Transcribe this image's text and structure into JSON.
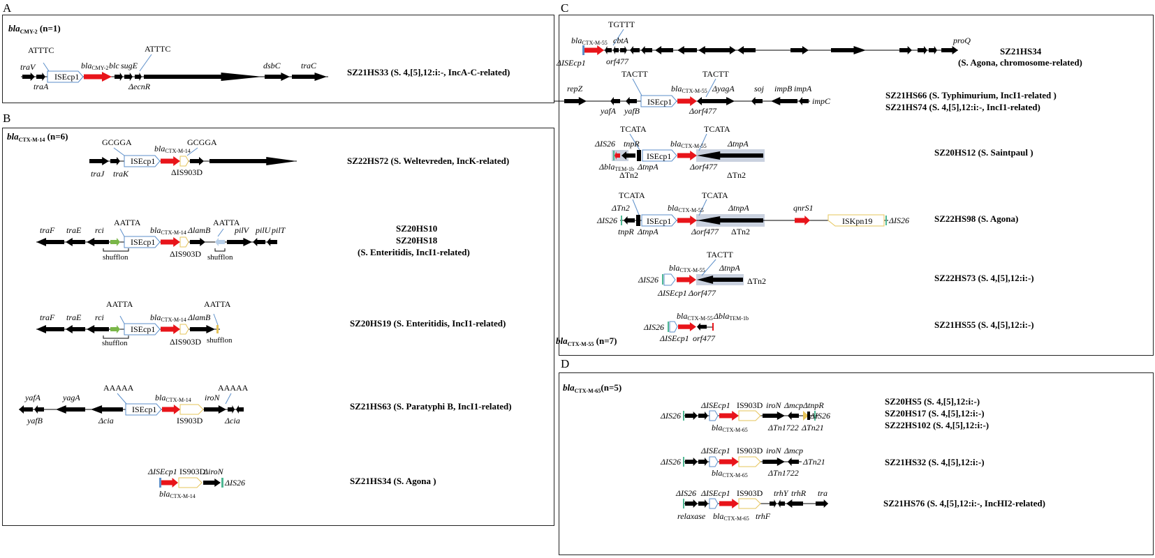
{
  "colors": {
    "backbone": "#000000",
    "bla_gene": "#e8141a",
    "isecp1_outline": "#5b8ec9",
    "is903d_outline": "#e6c45a",
    "is26_outline": "#4fb893",
    "shufflon_arrow": "#7ab648",
    "shufflon_light": "#b8cfe8",
    "tn2_shade": "#c9d1df"
  },
  "panels": {
    "A": {
      "letter": "A",
      "header_main": "bla",
      "header_sub": "CMY-2",
      "header_count": " (n=1)",
      "rows": [
        {
          "sequences": [
            "ATTTC",
            "ATTTC"
          ],
          "genes_top": [
            "traV",
            "bla",
            "blc",
            "sugE",
            "dsbC",
            "traC"
          ],
          "bla_sub": "CMY-2",
          "genes_bottom": [
            "traA",
            "ΔecnR"
          ],
          "is_label": "ISEcp1",
          "strain": "SZ21HS33 (S. 4,[5],12:i:-, IncA-C-related)"
        }
      ]
    },
    "B": {
      "letter": "B",
      "header_main": "bla",
      "header_sub": "CTX-M-14",
      "header_count": " (n=6)",
      "rows": [
        {
          "sequences": [
            "GCGGA",
            "GCGGA"
          ],
          "genes_top": [
            "bla"
          ],
          "bla_sub": "CTX-M-14",
          "genes_bottom": [
            "traJ",
            "traK",
            "ΔIS903D"
          ],
          "is_label": "ISEcp1",
          "strain": "SZ22HS72 (S. Weltevreden, IncK-related)"
        },
        {
          "sequences": [
            "AATTA",
            "AATTA"
          ],
          "genes_top": [
            "traF",
            "traE",
            "rci",
            "bla",
            "ΔlamB",
            "pilV",
            "pilU",
            "pilT"
          ],
          "bla_sub": "CTX-M-14",
          "genes_bottom": [
            "shufflon",
            "ΔIS903D",
            "shufflon"
          ],
          "is_label": "ISEcp1",
          "strain_lines": [
            "SZ20HS10",
            "SZ20HS18",
            "(S. Enteritidis, IncI1-related)"
          ]
        },
        {
          "sequences": [
            "AATTA",
            "AATTA"
          ],
          "genes_top": [
            "traF",
            "traE",
            "rci",
            "bla",
            "ΔlamB"
          ],
          "bla_sub": "CTX-M-14",
          "genes_bottom": [
            "shufflon",
            "ΔIS903D",
            "shufflon"
          ],
          "is_label": "ISEcp1",
          "strain": "SZ20HS19 (S. Enteritidis, IncI1-related)"
        },
        {
          "sequences": [
            "AAAAA",
            "AAAAA"
          ],
          "genes_top": [
            "yafA",
            "yagA",
            "bla",
            "iroN"
          ],
          "bla_sub": "CTX-M-14",
          "genes_bottom": [
            "yafB",
            "Δcia",
            "IS903D",
            "Δcia"
          ],
          "is_label": "ISEcp1",
          "strain": "SZ21HS63 (S. Paratyphi B, IncI1-related)"
        },
        {
          "genes_top": [
            "ΔISEcp1",
            "IS903D",
            "ΔiroN",
            "ΔIS26"
          ],
          "genes_bottom": [
            "bla"
          ],
          "bla_sub": "CTX-M-14",
          "strain": "SZ21HS34 (S. Agona )"
        }
      ]
    },
    "C": {
      "letter": "C",
      "header_main": "bla",
      "header_sub": "CTX-M-55",
      "header_count": " (n=7)",
      "rows": [
        {
          "sequences": [
            "TGTTT"
          ],
          "genes_top": [
            "bla",
            "cbtA",
            "proQ"
          ],
          "bla_sub": "CTX-M-55",
          "genes_bottom": [
            "ΔISEcp1",
            "orf477"
          ],
          "strain_lines": [
            "SZ21HS34",
            "(S. Agona, chromosome-related)"
          ]
        },
        {
          "sequences": [
            "TACTT",
            "TACTT"
          ],
          "genes_top": [
            "repZ",
            "bla",
            "ΔyagA",
            "soj",
            "impB",
            "impA"
          ],
          "bla_sub": "CTX-M-55",
          "genes_bottom": [
            "yafA",
            "yafB",
            "Δorf477",
            "impC"
          ],
          "is_label": "ISEcp1",
          "strain_lines": [
            "SZ21HS66 (S. Typhimurium, IncI1-related )",
            "SZ21HS74 (S. 4,[5],12:i:-, IncI1-related)"
          ]
        },
        {
          "sequences": [
            "TCATA",
            "TCATA"
          ],
          "genes_top": [
            "ΔIS26",
            "tnpR",
            "bla",
            "ΔtnpA"
          ],
          "bla_sub": "CTX-M-55",
          "genes_bottom": [
            "Δbla",
            "ΔtnpA",
            "ΔTn2",
            "Δorf477",
            "ΔTn2"
          ],
          "bla_tem_sub": "TEM-1b",
          "is_label": "ISEcp1",
          "strain": "SZ20HS12 (S. Saintpaul )"
        },
        {
          "sequences": [
            "TCATA",
            "TCATA"
          ],
          "genes_top": [
            "ΔTn2",
            "bla",
            "ΔtnpA",
            "qnrS1"
          ],
          "bla_sub": "CTX-M-55",
          "genes_bottom": [
            "ΔIS26",
            "tnpR",
            "ΔtnpA",
            "Δorf477",
            "ΔTn2",
            "ΔIS26"
          ],
          "is_label": "ISEcp1",
          "is_label2": "ISKpn19",
          "strain": "SZ22HS98 (S. Agona)"
        },
        {
          "sequences": [
            "TACTT"
          ],
          "genes_top": [
            "bla",
            "ΔtnpA"
          ],
          "bla_sub": "CTX-M-55",
          "genes_bottom": [
            "ΔIS26",
            "ΔISEcp1",
            "Δorf477",
            "ΔTn2"
          ],
          "strain": "SZ22HS73 (S. 4,[5],12:i:-)"
        },
        {
          "genes_top": [
            "bla",
            "Δbla"
          ],
          "bla_sub": "CTX-M-55",
          "bla_tem_sub": "TEM-1b",
          "genes_bottom": [
            "ΔIS26",
            "ΔISEcp1",
            "orf477"
          ],
          "strain": "SZ21HS55 (S. 4,[5],12:i:-)"
        }
      ]
    },
    "D": {
      "letter": "D",
      "header_main": "bla",
      "header_sub": "CTX-M-65",
      "header_count": "(n=5)",
      "rows": [
        {
          "genes_top": [
            "ΔISEcp1",
            "IS903D",
            "iroN",
            "Δmcp",
            "ΔtnpR"
          ],
          "genes_bottom": [
            "ΔIS26",
            "bla",
            "ΔTn1722",
            "ΔTn21",
            "ΔIS26"
          ],
          "bla_sub": "CTX-M-65",
          "strain_lines": [
            "SZ20HS5 (S. 4,[5],12:i:-)",
            "SZ20HS17 (S. 4,[5],12:i:-)",
            "SZ22HS102 (S. 4,[5],12:i:-)"
          ]
        },
        {
          "genes_top": [
            "ΔISEcp1",
            "IS903D",
            "iroN",
            "Δmcp"
          ],
          "genes_bottom": [
            "ΔIS26",
            "bla",
            "ΔTn1722",
            "ΔTn21"
          ],
          "bla_sub": "CTX-M-65",
          "strain": "SZ21HS32 (S. 4,[5],12:i:-)"
        },
        {
          "genes_top": [
            "ΔIS26",
            "ΔISEcp1",
            "IS903D",
            "trhY",
            "trhR",
            "tra"
          ],
          "genes_bottom": [
            "relaxase",
            "bla",
            "trhF"
          ],
          "bla_sub": "CTX-M-65",
          "strain": "SZ21HS76 (S. 4,[5],12:i:-, IncHI2-related)"
        }
      ]
    }
  }
}
